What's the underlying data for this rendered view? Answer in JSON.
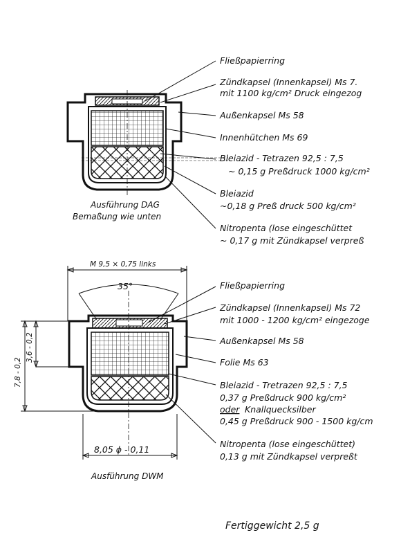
{
  "top": {
    "labels": {
      "paper_ring": "Fließpapierring",
      "inner_cap_1": "Zündkapsel (Innenkapsel) Ms 7.",
      "inner_cap_2": "mit 1100 kg/cm² Druck eingezog",
      "outer_cap": "Außenkapsel Ms 58",
      "inner_hat": "Innenhütchen Ms 69",
      "tetrazen_1": "Bleiazid - Tetrazen 92,5 : 7,5",
      "tetrazen_2": "~ 0,15 g  Preßdruck 1000 kg/cm²",
      "azide_1": "Bleiazid",
      "azide_2": "~0,18 g  Preß druck 500 kg/cm²",
      "penta_1": "Nitropenta (lose eingeschüttet",
      "penta_2": "~ 0,17 g  mit Zündkapsel verpreß"
    },
    "caption_1": "Ausführung DAG",
    "caption_2": "Bemaßung wie unten"
  },
  "bottom": {
    "dims": {
      "thread": "M 9,5 × 0,75 links",
      "angle": "35°",
      "height_total": "7,8 - 0,2",
      "height_inner": "3,6 - 0,2",
      "diameter": "8,05 ϕ - 0,11"
    },
    "labels": {
      "paper_ring": "Fließpapierring",
      "inner_cap_1": "Zündkapsel (Innenkapsel) Ms 72",
      "inner_cap_2": "mit 1000 - 1200 kg/cm² eingezoge",
      "outer_cap": "Außenkapsel Ms 58",
      "foil": "Folie  Ms 63",
      "azide_1": "Bleiazid - Tretrazen  92,5 : 7,5",
      "azide_2": "0,37 g   Preßdruck 900 kg/cm²",
      "or": "oder",
      "azide_3": "Knallquecksilber",
      "azide_4": "0,45 g   Preßdruck 900 - 1500 kg/cm",
      "penta_1": "Nitropenta (lose eingeschüttet)",
      "penta_2": "0,13 g  mit Zündkapsel verpreßt"
    },
    "caption": "Ausführung DWM"
  },
  "footer": "Fertiggewicht 2,5 g"
}
